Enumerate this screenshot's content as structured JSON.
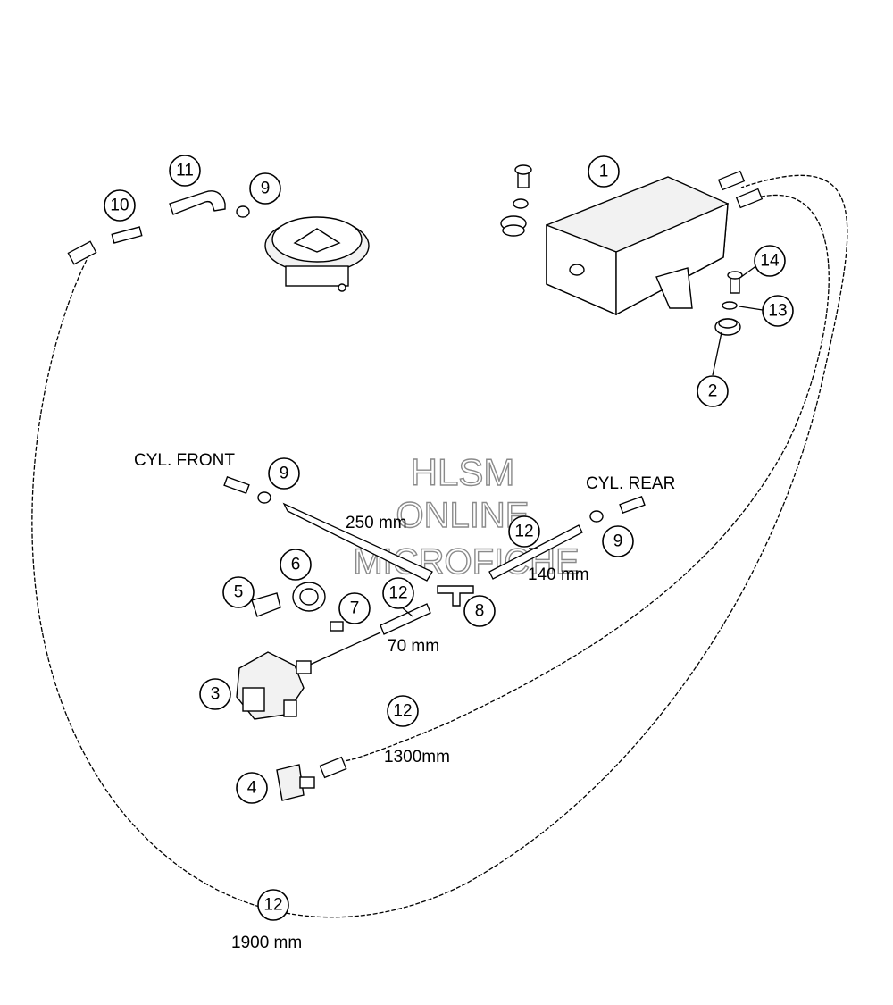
{
  "labels": {
    "cyl_front": "CYL. FRONT",
    "cyl_rear": "CYL. REAR"
  },
  "dimensions": {
    "hose_250": "250 mm",
    "hose_140": "140 mm",
    "hose_70": "70 mm",
    "hose_1300": "1300mm",
    "hose_1900": "1900 mm"
  },
  "watermark": {
    "line1": "HLSM",
    "line2": "ONLINE",
    "line3": "MICROFICHE"
  },
  "callouts": {
    "c1": "1",
    "c2": "2",
    "c3": "3",
    "c4": "4",
    "c5": "5",
    "c6": "6",
    "c7": "7",
    "c8": "8",
    "c9a": "9",
    "c9b": "9",
    "c9c": "9",
    "c10": "10",
    "c11": "11",
    "c12a": "12",
    "c12b": "12",
    "c12c": "12",
    "c12d": "12",
    "c13": "13",
    "c14": "14"
  }
}
